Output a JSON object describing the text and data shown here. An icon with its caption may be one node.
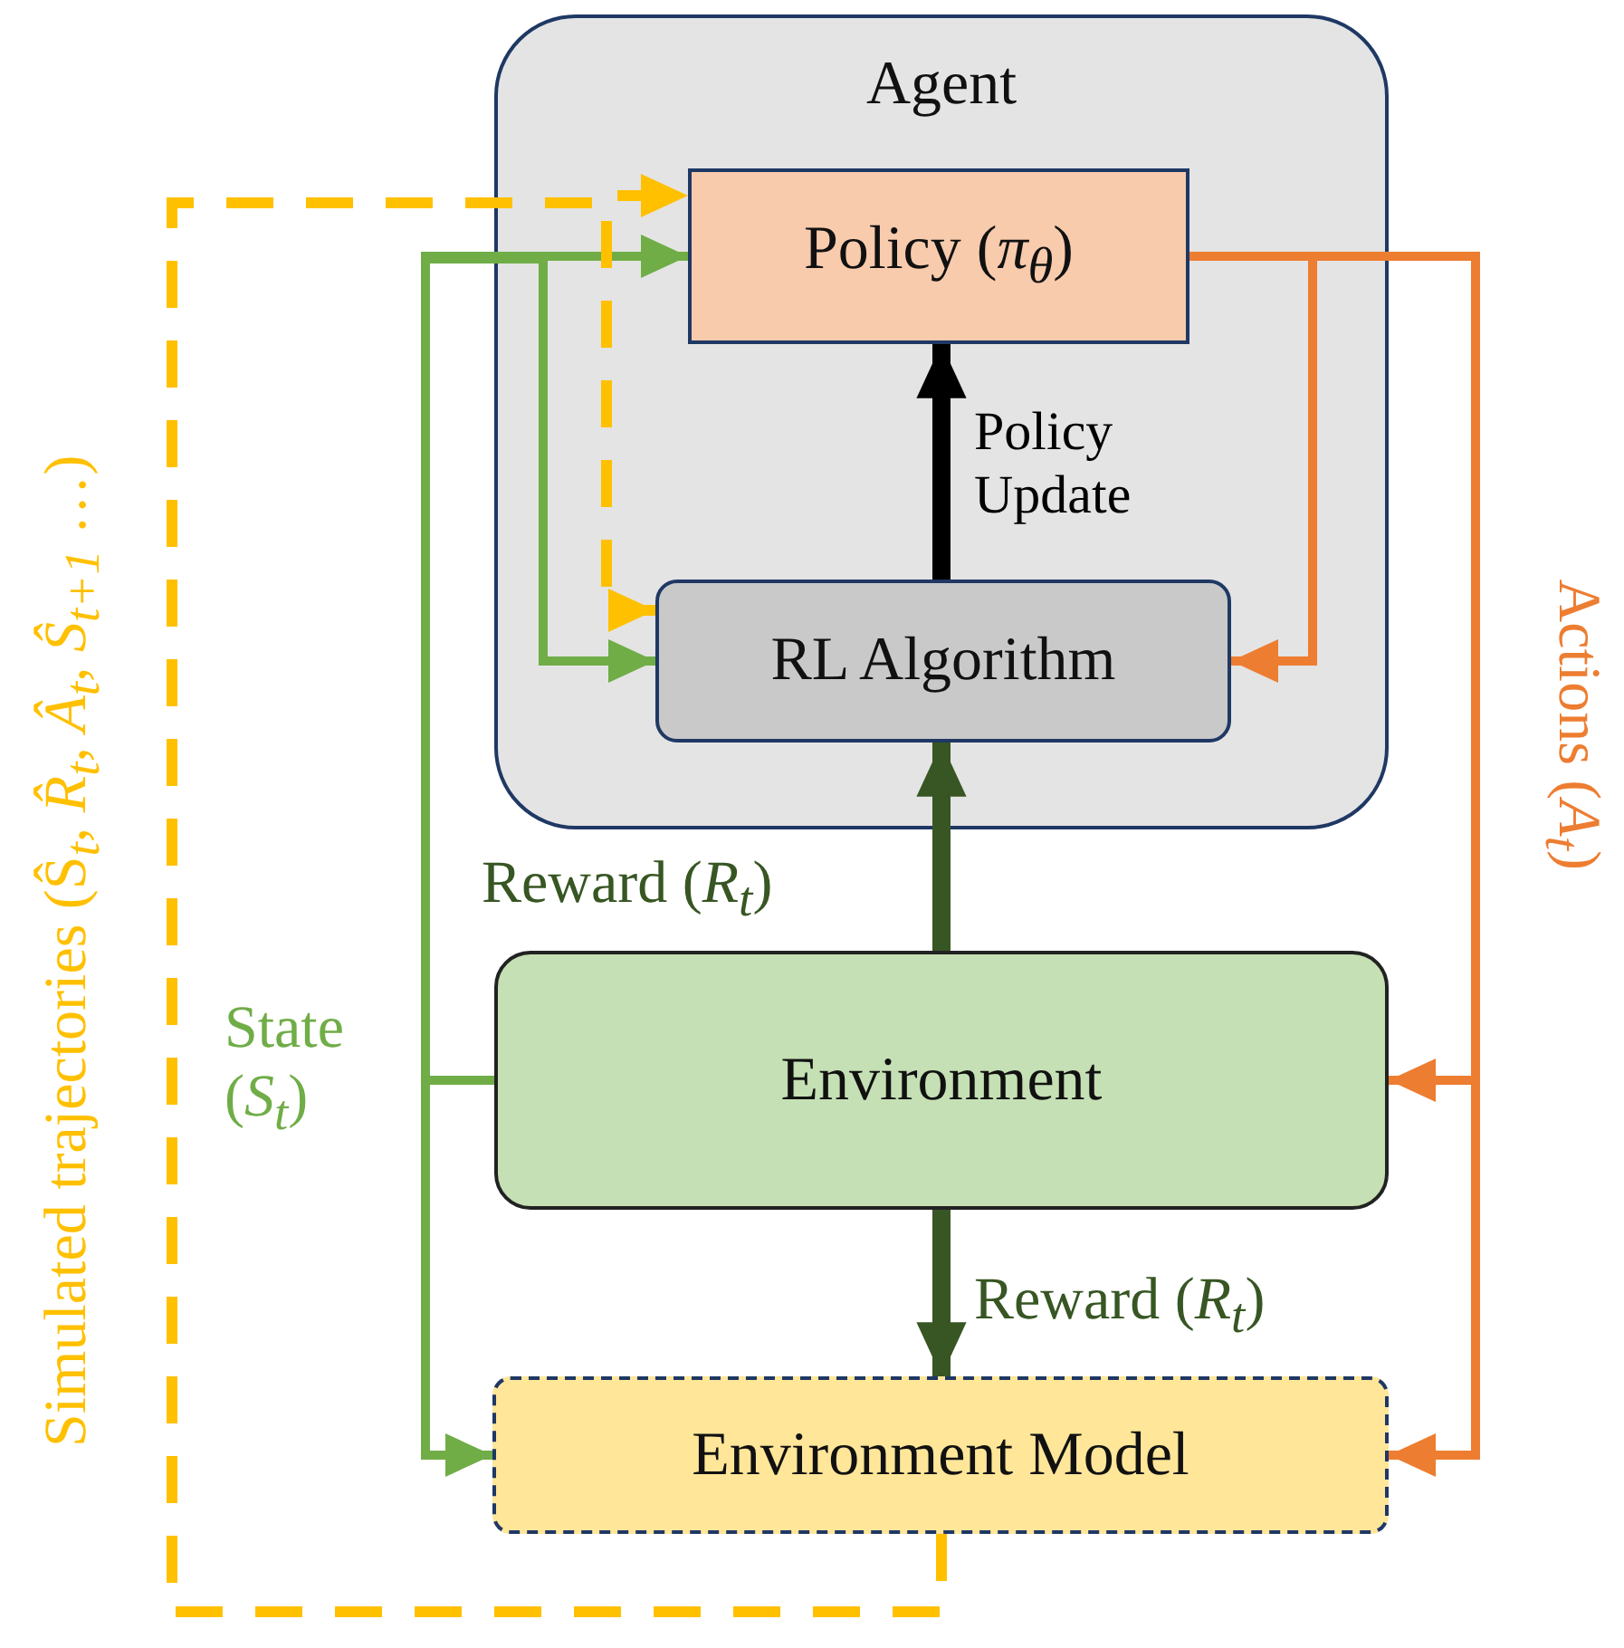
{
  "diagram": {
    "nodes": [
      {
        "text": [
          "Agent"
        ]
      },
      {
        "text": [
          "Policy (*π*$_{θ}$)"
        ],
        "in": 0
      },
      {
        "text": [
          "RL Algorithm"
        ],
        "in": 0
      },
      {
        "text": [
          "Environment"
        ]
      },
      {
        "text": [
          "Environment Model"
        ]
      }
    ],
    "edges": [
      {
        "from": 2,
        "to": 1,
        "arrow": "to",
        "label": "Policy Update",
        "style": "thick",
        "color": "#000000"
      },
      {
        "from": 3,
        "to": 2,
        "arrow": "to",
        "label": "Reward (*R*$_{t}$)",
        "style": "thick",
        "color": "#375623"
      },
      {
        "from": 3,
        "to": 4,
        "arrow": "to",
        "label": "Reward (*R*$_{t}$)",
        "style": "thick",
        "color": "#375623"
      },
      {
        "from": 3,
        "to": 1,
        "arrow": "to",
        "label": "State (*S*$_{t}$)",
        "color": "#70ad47"
      },
      {
        "from": 3,
        "to": 2,
        "arrow": "to",
        "color": "#70ad47"
      },
      {
        "from": 3,
        "to": 4,
        "arrow": "to",
        "color": "#70ad47"
      },
      {
        "from": 1,
        "to": 3,
        "arrow": "to",
        "label": "Actions (*A*$_{t}$)",
        "color": "#ed7d31"
      },
      {
        "from": 1,
        "to": 2,
        "arrow": "to",
        "color": "#ed7d31"
      },
      {
        "from": 1,
        "to": 4,
        "arrow": "to",
        "color": "#ed7d31"
      },
      {
        "from": 4,
        "to": 1,
        "arrow": "to",
        "label": "Simulated trajectories (Ŝ$_{t}$, *R̂*$_{t}$, *Â*$_{t}$, *Ŝ*$_{t+1}$ …)",
        "style": "dashed",
        "color": "#ffc000"
      },
      {
        "from": 4,
        "to": 2,
        "arrow": "to",
        "style": "dashed",
        "color": "#ffc000"
      }
    ]
  }
}
